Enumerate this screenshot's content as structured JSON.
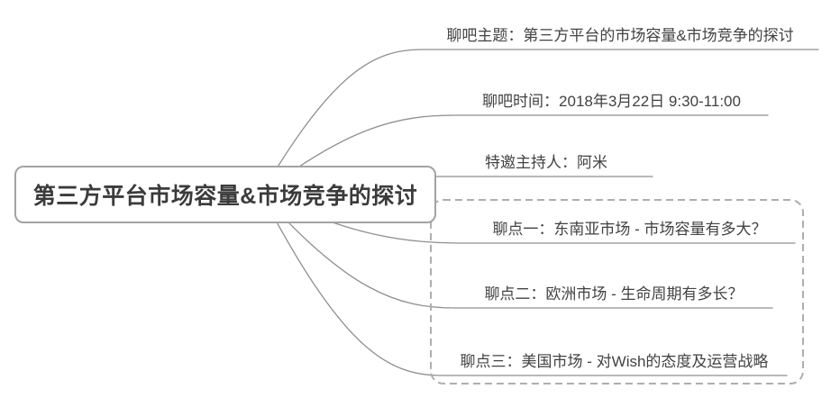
{
  "diagram": {
    "type": "mindmap",
    "root": {
      "label": "第三方平台市场容量&市场竞争的探讨"
    },
    "branches": [
      {
        "id": "chat-topic",
        "label": "聊吧主题：第三方平台的市场容量&市场竞争的探讨",
        "grouped": false
      },
      {
        "id": "chat-time",
        "label": "聊吧时间：2018年3月22日 9:30-11:00",
        "grouped": false
      },
      {
        "id": "chat-host",
        "label": "特邀主持人：阿米",
        "grouped": false
      },
      {
        "id": "point-1",
        "label": "聊点一：东南亚市场 - 市场容量有多大？",
        "grouped": true
      },
      {
        "id": "point-2",
        "label": "聊点二：欧洲市场 - 生命周期有多长？",
        "grouped": true
      },
      {
        "id": "point-3",
        "label": "聊点三：美国市场 - 对Wish的态度及运营战略",
        "grouped": true
      }
    ],
    "group": {
      "contains": [
        "point-1",
        "point-2",
        "point-3"
      ],
      "style": "dashed-rounded-rect"
    },
    "colors": {
      "background": "#ffffff",
      "connector": "#8f8f8f",
      "root_border": "#a3a3a3",
      "root_text": "#3b3b3b",
      "branch_text": "#424242",
      "group_border": "#aeaeae"
    }
  }
}
